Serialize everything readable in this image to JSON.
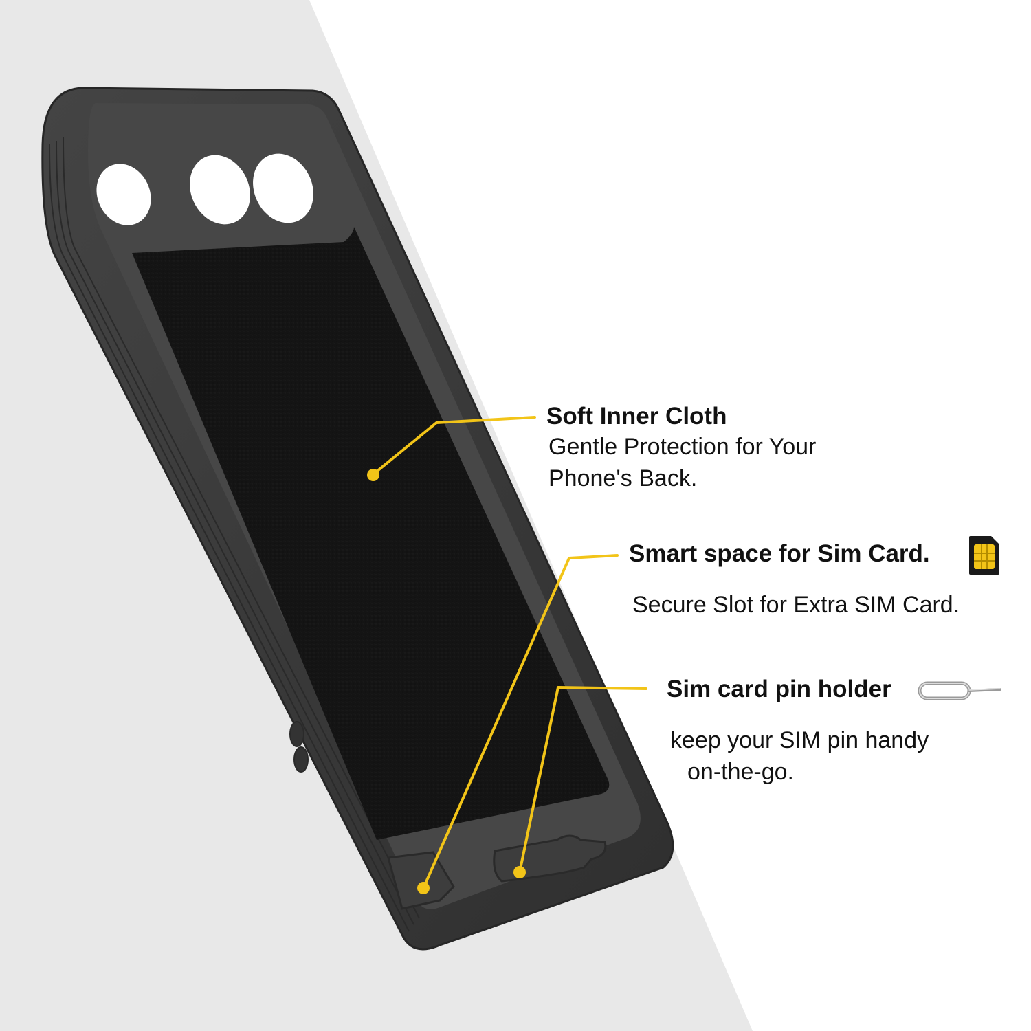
{
  "callouts": {
    "cloth": {
      "title": "Soft Inner Cloth",
      "line1": "Gentle Protection for Your",
      "line2": "Phone's Back."
    },
    "sim": {
      "title": "Smart space for Sim Card.",
      "line1": "Secure Slot for Extra SIM Card."
    },
    "pin": {
      "title": "Sim card pin holder",
      "line1": "keep your SIM pin handy",
      "line2": "on-the-go."
    }
  },
  "icons": [
    "sim-card-icon",
    "sim-pin-icon"
  ],
  "colors": {
    "accent": "#F2C418",
    "background_band": "#E8E8E8",
    "case_body": "#3A3A3A",
    "inner_cloth": "#141414",
    "text": "#111111"
  }
}
